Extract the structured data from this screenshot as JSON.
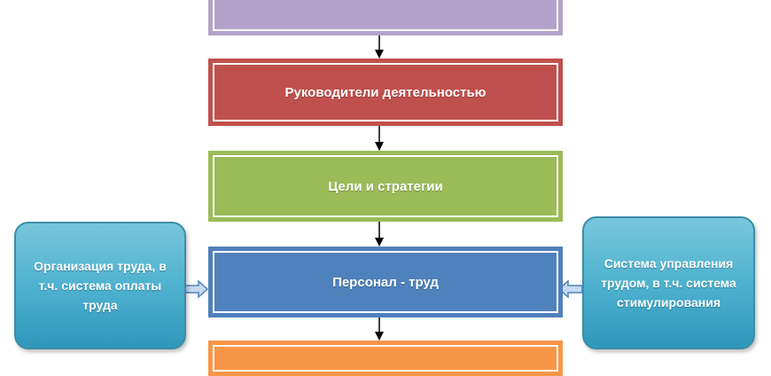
{
  "flow": {
    "box1_label": "",
    "box2_label": "Руководители деятельностью",
    "box3_label": "Цели и стратегии",
    "box4_label": "Персонал - труд",
    "box5_label": ""
  },
  "side": {
    "left_label": "Организация труда, в т.ч. система оплаты труда",
    "right_label": "Система управления трудом, в т.ч. система стимулирования"
  },
  "colors": {
    "box1": "#b3a2c9",
    "box2": "#c0504d",
    "box3": "#9bbb59",
    "box4": "#4f81bd",
    "box5": "#f79646",
    "side": "#4fb2cf"
  }
}
